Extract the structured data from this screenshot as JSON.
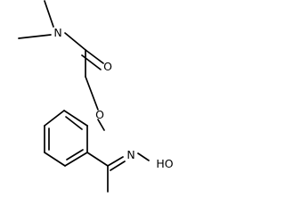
{
  "molecule": {
    "atoms": {
      "nitrogen": "N",
      "carbonyl_oxygen": "O",
      "ether_oxygen": "O",
      "oxime_nitrogen": "N",
      "hydroxyl": "HO"
    },
    "line_color": "#000000",
    "background": "#ffffff"
  }
}
